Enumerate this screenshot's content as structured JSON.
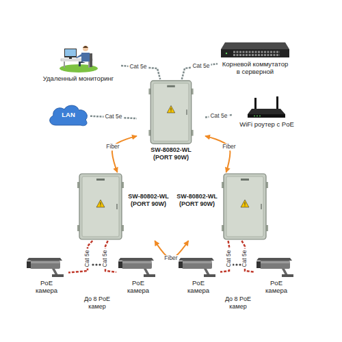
{
  "diagram": {
    "nodes": [
      {
        "text": [
          "Удаленный мониторинг"
        ]
      },
      {
        "text": [
          "Корневой коммутатор в серверной"
        ]
      },
      {
        "text": [
          "LAN"
        ]
      },
      {
        "text": [
          "SW-80802-WL (PORT 90W)"
        ]
      },
      {
        "text": [
          "WiFi роутер с PoE"
        ]
      },
      {
        "text": [
          "SW-80802-WL (PORT 90W)"
        ]
      },
      {
        "text": [
          "SW-80802-WL (PORT 90W)"
        ]
      },
      {
        "text": [
          "PoE камера"
        ]
      },
      {
        "text": [
          "PoE камера"
        ]
      },
      {
        "text": [
          "PoE камера"
        ]
      },
      {
        "text": [
          "PoE камера"
        ]
      }
    ],
    "edges": [
      {
        "from": 0,
        "to": 3,
        "arrow": "none",
        "label": "Cat 5e"
      },
      {
        "from": 3,
        "to": 1,
        "arrow": "none",
        "label": "Cat 5e"
      },
      {
        "from": 2,
        "to": 3,
        "arrow": "none",
        "label": "Cat 5e"
      },
      {
        "from": 3,
        "to": 4,
        "arrow": "none",
        "label": "Cat 5e"
      },
      {
        "from": 3,
        "to": 5,
        "arrow": "both",
        "label": "Fiber"
      },
      {
        "from": 3,
        "to": 6,
        "arrow": "both",
        "label": "Fiber"
      },
      {
        "from": 5,
        "to": 6,
        "arrow": "both",
        "label": "Fiber"
      },
      {
        "from": 5,
        "to": 7,
        "arrow": "none",
        "label": "Cat 5e"
      },
      {
        "from": 5,
        "to": 8,
        "arrow": "none",
        "label": "Cat 5e"
      },
      {
        "from": 6,
        "to": 9,
        "arrow": "none",
        "label": "Cat 5e"
      },
      {
        "from": 6,
        "to": 10,
        "arrow": "none",
        "label": "Cat 5e"
      }
    ],
    "labels": [
      "До 8 PoE камер",
      "До 8 PoE камер"
    ]
  }
}
